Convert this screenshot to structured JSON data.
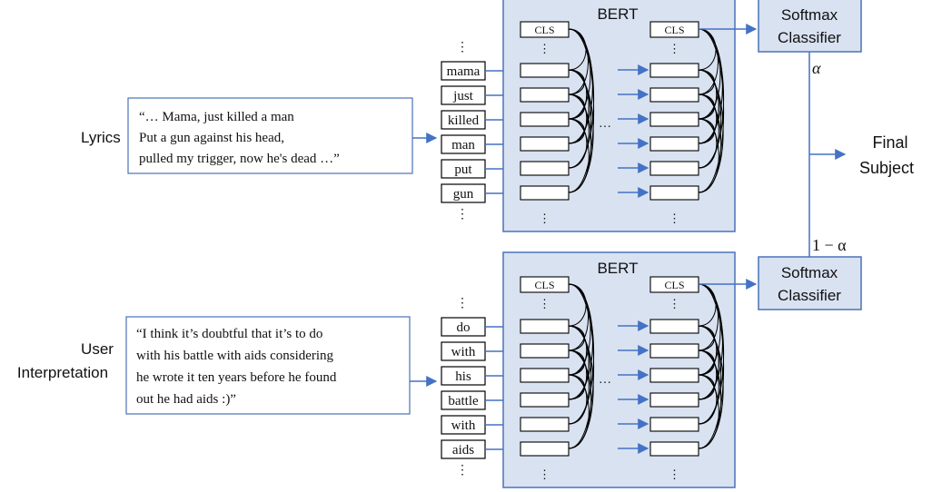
{
  "lyrics": {
    "label": "Lyrics",
    "quote_lines": [
      "“… Mama, just killed a man",
      "Put a gun against his head,",
      "pulled my trigger, now he's dead …”"
    ],
    "tokens": [
      "mama",
      "just",
      "killed",
      "man",
      "put",
      "gun"
    ]
  },
  "interpretation": {
    "label_line1": "User",
    "label_line2": "Interpretation",
    "quote_lines": [
      "“I think it’s doubtful that it’s to do",
      "with his battle with aids considering",
      "he wrote it ten years before he found",
      "out he had aids :)”"
    ],
    "tokens": [
      "do",
      "with",
      "his",
      "battle",
      "with",
      "aids"
    ]
  },
  "bert": {
    "title": "BERT",
    "cls_label": "CLS",
    "hidden_ellipsis": "…",
    "vertical_ellipsis": "⋮"
  },
  "classifier": {
    "line1": "Softmax",
    "line2": "Classifier"
  },
  "weights": {
    "alpha": "α",
    "one_minus_alpha": "1 − α"
  },
  "output": {
    "line1": "Final",
    "line2": "Subject"
  },
  "colors": {
    "panel_fill": "#d9e2f1",
    "panel_border": "#4a72b8",
    "arrow": "#4472c4",
    "line": "#000000"
  }
}
